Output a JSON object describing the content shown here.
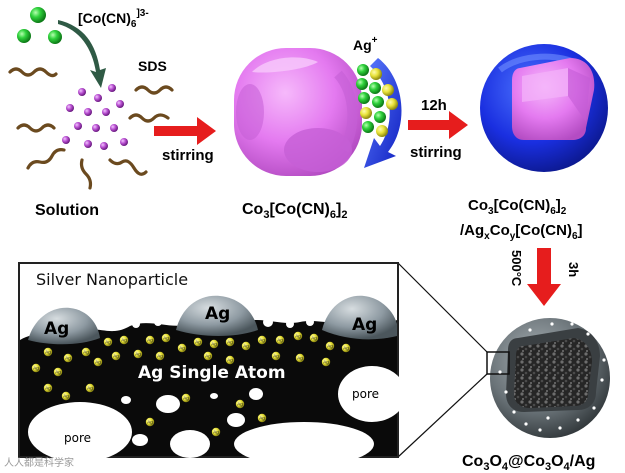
{
  "stage1": {
    "ion_label": "[Co(CN)",
    "ion_sub": "6",
    "ion_sup": "]3-",
    "surfactant_label": "SDS",
    "caption": "Solution"
  },
  "arrow1": {
    "label": "stirring"
  },
  "stage2": {
    "ion_label": "Ag",
    "ion_sup": "+",
    "formula": [
      "Co",
      "3",
      "[Co(CN)",
      "6",
      "]",
      "2"
    ]
  },
  "arrow2": {
    "top_label": "12h",
    "bottom_label": "stirring"
  },
  "stage3": {
    "formula_line1": [
      "Co",
      "3",
      "[Co(CN)",
      "6",
      "]",
      "2"
    ],
    "formula_line2": [
      "/Ag",
      "x",
      "Co",
      "y",
      "[Co(CN)",
      "6",
      "]"
    ]
  },
  "arrow3": {
    "time": "3h",
    "temperature": "500°C"
  },
  "stage4": {
    "formula": [
      "Co",
      "3",
      "O",
      "4",
      "@Co",
      "3",
      "O",
      "4",
      "/Ag"
    ]
  },
  "inset": {
    "title": "Silver Nanoparticle",
    "particle_label": "Ag",
    "atom_label": "Ag Single Atom",
    "atom_dot_label": "Ag",
    "pore_label": "pore"
  },
  "watermark": "人人都是科学家",
  "colors": {
    "green_ion": "#2fd23c",
    "purple_dot": "#b84fd1",
    "pink_cube": "#e47af0",
    "blue_shell": "#1a2fe0",
    "red_arrow": "#e61d1d",
    "gold_ag": "#e8e23a",
    "inset_black": "#0a0a0a",
    "grey_particle": "#8e9aa2"
  }
}
